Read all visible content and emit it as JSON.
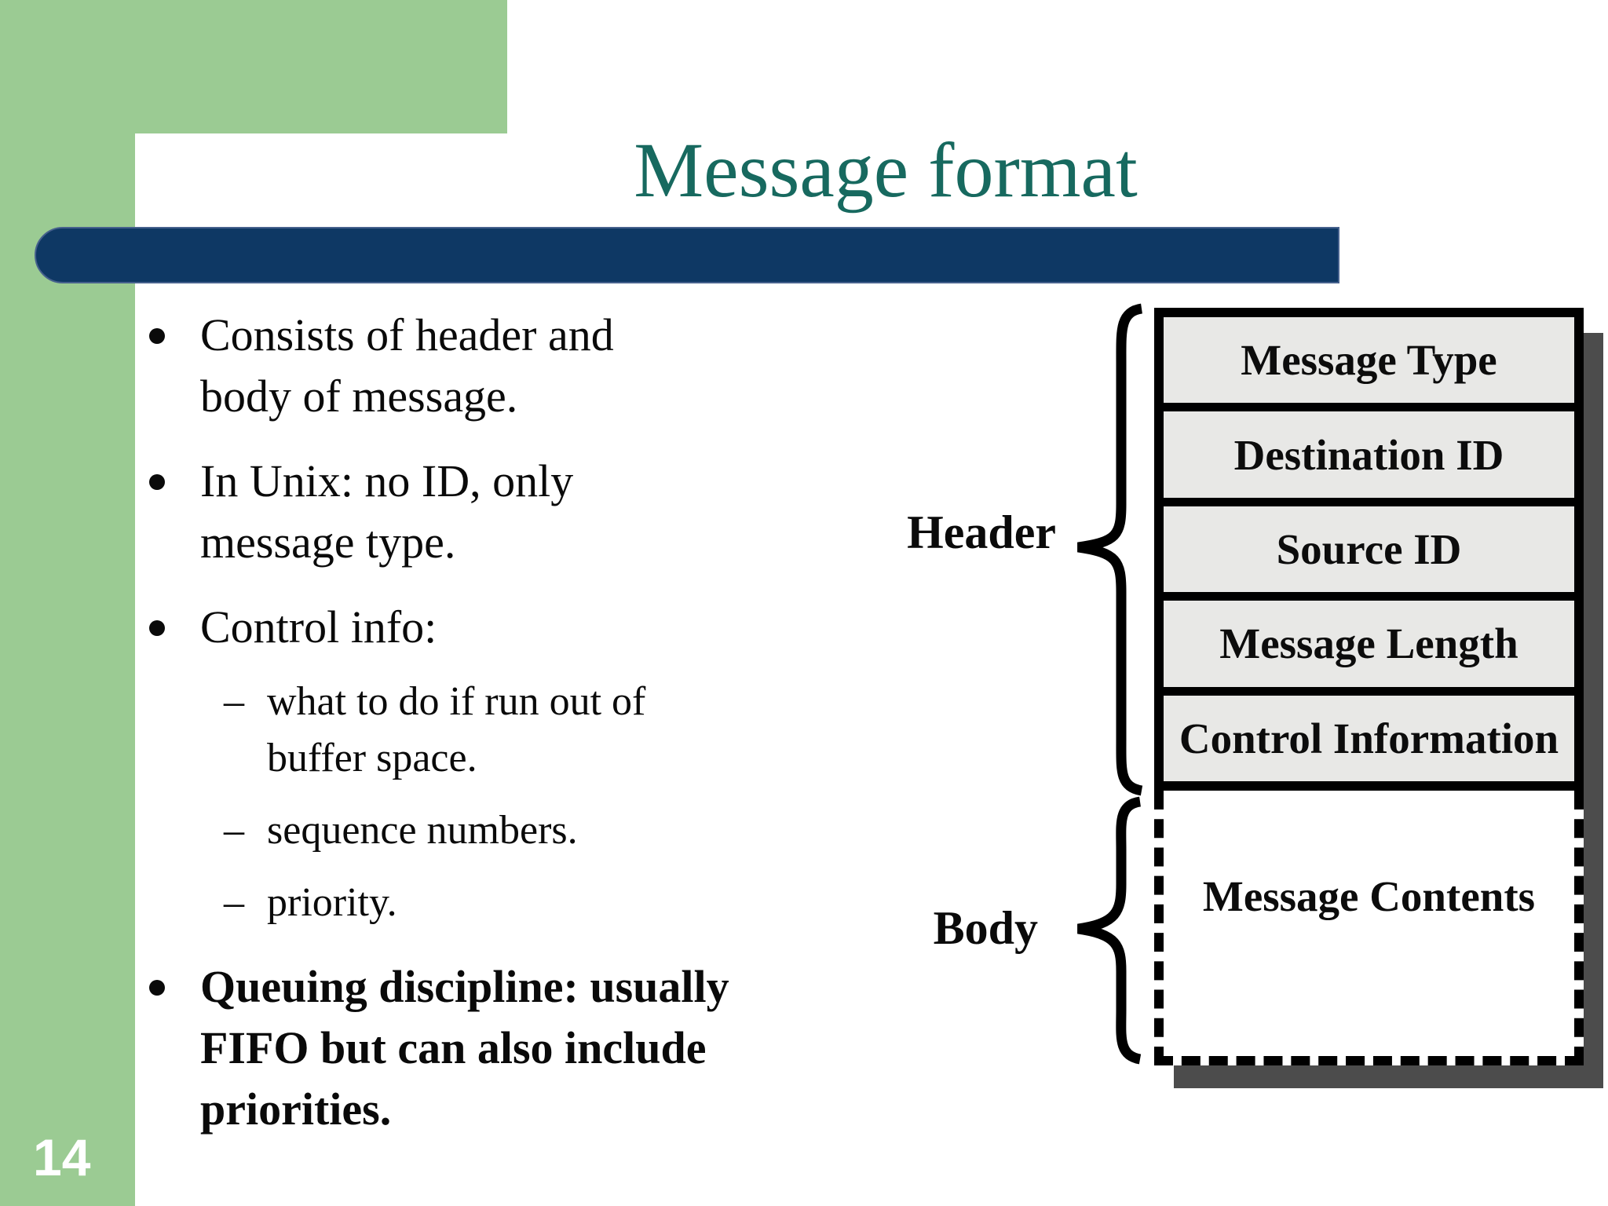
{
  "slide": {
    "title": "Message format",
    "page_number": "14"
  },
  "colors": {
    "template_green": "#9bcb93",
    "divider_navy": "#0e3864",
    "title_teal": "#17695f",
    "row_fill_gray": "#e8e8e6",
    "shadow_gray": "#4c4c4c",
    "text_black": "#0a0a0a"
  },
  "bullets": [
    {
      "level": 1,
      "bold": false,
      "lines": [
        "Consists of header and",
        "body of message."
      ]
    },
    {
      "level": 1,
      "bold": false,
      "lines": [
        "In Unix: no ID, only",
        "message type."
      ]
    },
    {
      "level": 1,
      "bold": false,
      "lines": [
        "Control info:"
      ]
    },
    {
      "level": 2,
      "bold": false,
      "lines": [
        "what to do if run out of",
        "buffer space."
      ]
    },
    {
      "level": 2,
      "bold": false,
      "lines": [
        "sequence numbers."
      ]
    },
    {
      "level": 2,
      "bold": false,
      "lines": [
        "priority."
      ]
    },
    {
      "level": 1,
      "bold": true,
      "lines": [
        "Queuing discipline: usually",
        "FIFO but can also include",
        "priorities."
      ]
    }
  ],
  "bullet_marks": {
    "level1": "•",
    "level2": "–"
  },
  "diagram": {
    "header_brace_label": "Header",
    "body_brace_label": "Body",
    "header_rows": [
      "Message Type",
      "Destination ID",
      "Source ID",
      "Message Length",
      "Control Information"
    ],
    "body_row": "Message Contents"
  }
}
